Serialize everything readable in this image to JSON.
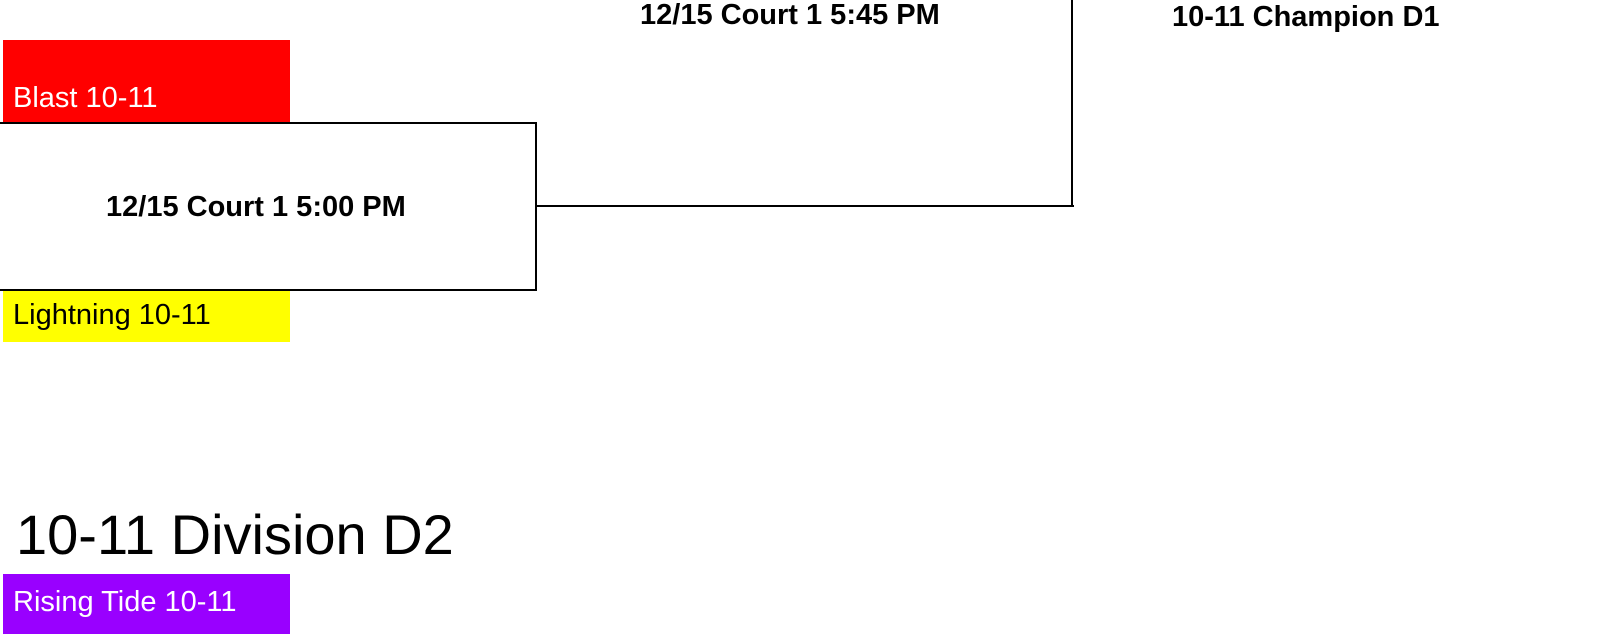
{
  "colors": {
    "blast": "#ff0000",
    "blast_text": "#ffffff",
    "lightning": "#ffff00",
    "lightning_text": "#000000",
    "rising_tide": "#9900ff",
    "rising_tide_text": "#ffffff",
    "line": "#000000"
  },
  "bracket_d1": {
    "game1": {
      "team_top": "Blast 10-11",
      "team_bottom": "Lightning 10-11",
      "schedule": "12/15 Court 1 5:00 PM"
    },
    "final": {
      "schedule": "12/15 Court 1 5:45 PM"
    },
    "champion": "10-11 Champion D1"
  },
  "division_d2": {
    "title": "10-11 Division D2",
    "teams": [
      "Rising Tide 10-11"
    ]
  }
}
